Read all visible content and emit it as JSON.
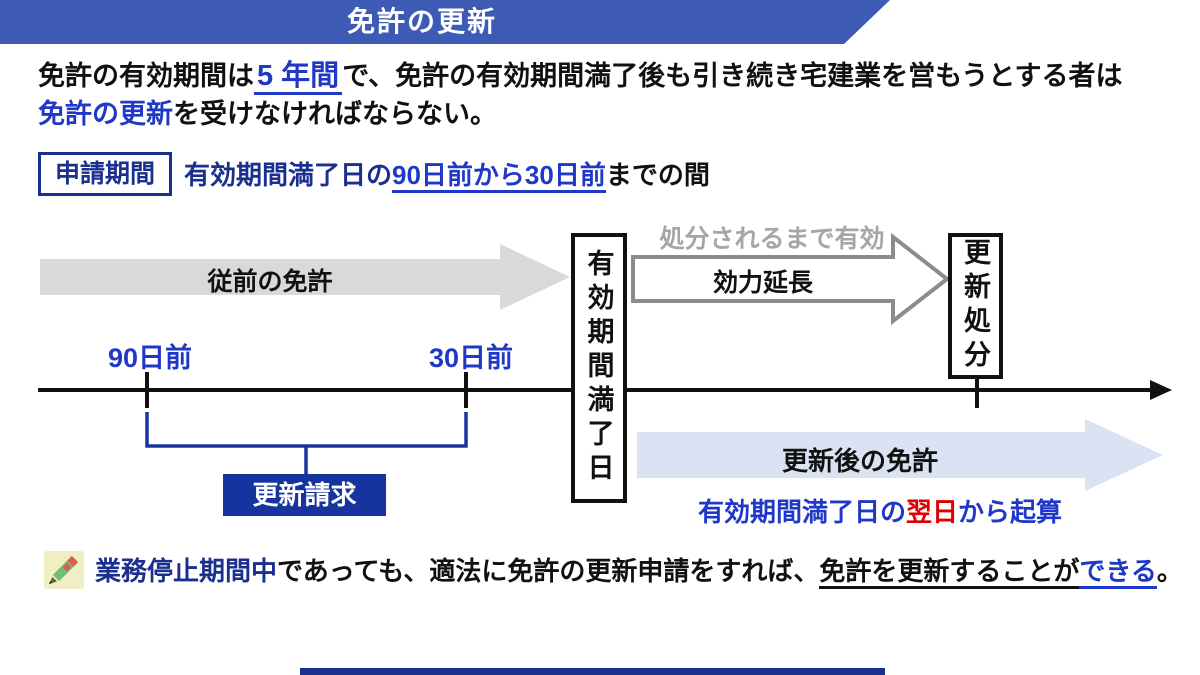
{
  "header": {
    "title": "免許の更新"
  },
  "intro": {
    "s1": "免許の有効期間は",
    "s2": "5 年間",
    "s3": "で、免許の有効期間満了後も引き続き宅建業を営もうとする者は",
    "s4": "免許の更新",
    "s5": "を受けなければならない。"
  },
  "app": {
    "label": "申請期間",
    "s1": "有効期間満了日の",
    "s2": "90日前から30日前",
    "s3": "までの間"
  },
  "tl": {
    "prev": "従前の免許",
    "expire": "有効期間満了日",
    "until": "処分されるまで有効",
    "ext": "効力延長",
    "disp": "更新処分",
    "t90": "90日前",
    "t30": "30日前",
    "req": "更新請求",
    "renewed": "更新後の免許",
    "count": {
      "s1": "有効期間満了日の",
      "s2": "翌日",
      "s3": "から起算"
    }
  },
  "note": {
    "icon": "pencil-icon",
    "s1": "業務停止期間中",
    "s2": "であっても、適法に免許の更新申請をすれば、",
    "s3": "免許を更新することが",
    "s4": "できる",
    "s5": "。"
  },
  "colors": {
    "header_blue": "#3D5AB5",
    "navy": "#1B2F8F",
    "accent_blue": "#2038C8",
    "red": "#E00000",
    "gray_arrow_fill": "#D9D9D9",
    "gray_arrow_stroke": "#8C8C8C",
    "gray_text": "#A6A6A6",
    "light_blue_arrow": "#DAE3F3",
    "renewal_request_bg": "#17339E"
  }
}
